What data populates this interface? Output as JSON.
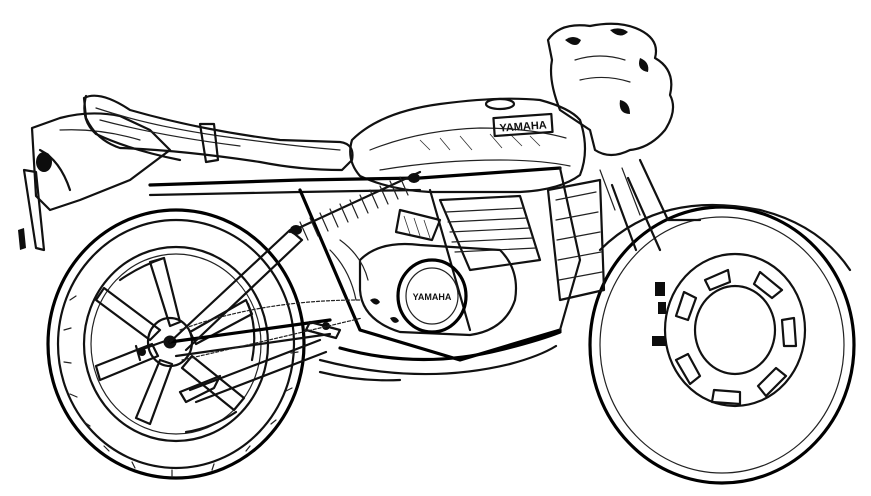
{
  "illustration": {
    "subject": "motorcycle",
    "style": "black line-art technical drawing",
    "engine_badge_text": "YAMAHA",
    "tank_lettering": "YAMAHA",
    "colors": {
      "ink": "#111111",
      "paper": "#ffffff"
    }
  }
}
